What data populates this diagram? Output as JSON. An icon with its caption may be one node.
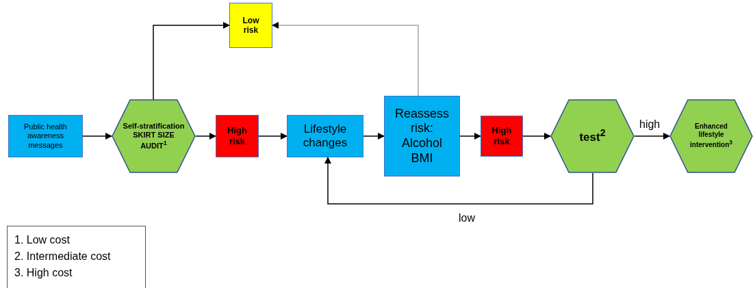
{
  "diagram": {
    "nodes": [
      {
        "text": [
          "Public health awareness messages"
        ]
      },
      {
        "text": [
          "Self-stratification SKIRT SIZE AUDIT$^{1}$"
        ]
      },
      {
        "text": [
          "High risk"
        ]
      },
      {
        "text": [
          "Lifestyle changes"
        ]
      },
      {
        "text": [
          "Reassess risk: Alcohol BMI"
        ]
      },
      {
        "text": [
          "High risk"
        ]
      },
      {
        "text": [
          "test$^{2}$"
        ]
      },
      {
        "text": [
          "Enhanced lifestyle intervention$^{3}$"
        ]
      },
      {
        "text": [
          "Low risk"
        ]
      }
    ],
    "edges": [
      {
        "from": 0,
        "to": 1,
        "arrow": "to"
      },
      {
        "from": 1,
        "to": 2,
        "arrow": "to"
      },
      {
        "from": 2,
        "to": 3,
        "arrow": "to"
      },
      {
        "from": 3,
        "to": 4,
        "arrow": "to"
      },
      {
        "from": 4,
        "to": 5,
        "arrow": "to"
      },
      {
        "from": 5,
        "to": 6,
        "arrow": "to"
      },
      {
        "from": 6,
        "to": 7,
        "arrow": "to",
        "label": "high"
      },
      {
        "from": 6,
        "to": 3,
        "arrow": "to",
        "label": "low"
      },
      {
        "from": 1,
        "to": 8,
        "arrow": "to"
      },
      {
        "from": 4,
        "to": 8,
        "arrow": "to",
        "color": "#a6a6a6"
      }
    ],
    "labels": [
      "1. Low cost",
      "2. Intermediate cost",
      "3. High cost"
    ]
  }
}
